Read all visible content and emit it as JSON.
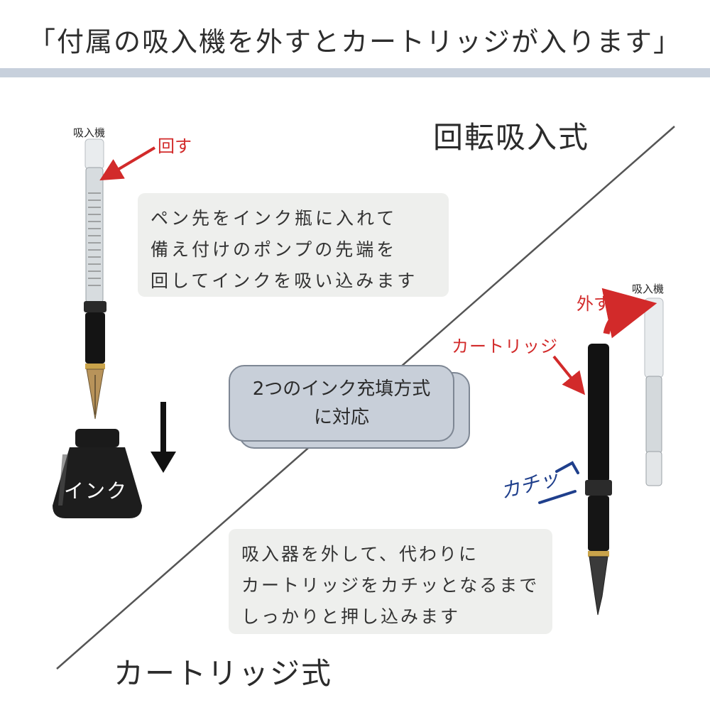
{
  "header": {
    "title": "「付属の吸入機を外すとカートリッジが入ります」",
    "bar_color": "#c7d0dc"
  },
  "rotary": {
    "heading": "回転吸入式",
    "converter_label": "吸入機",
    "rotate_label": "回す",
    "note_lines": [
      "ペン先をインク瓶に入れて",
      "備え付けのポンプの先端を",
      "回してインクを吸い込みます"
    ],
    "ink_bottle_label": "インク"
  },
  "center_badge": {
    "lines": [
      "2つのインク充填方式",
      "に対応"
    ],
    "fill": "#c8cfd9"
  },
  "cartridge": {
    "heading": "カートリッジ式",
    "remove_label": "外す",
    "converter_label": "吸入機",
    "cartridge_label": "カートリッジ",
    "click_label": "カチッ",
    "note_lines": [
      "吸入器を外して、代わりに",
      "カートリッジをカチッとなるまで",
      "しっかりと押し込みます"
    ]
  },
  "icons": [
    "red-arrow-icon",
    "down-arrow-icon",
    "ink-bottle-icon",
    "fountain-pen-icon",
    "converter-icon",
    "cartridge-icon",
    "click-mark-icon"
  ],
  "colors": {
    "accent_red": "#d22a2a",
    "click_blue": "#1f3f8c",
    "note_bg": "#eeefed"
  }
}
